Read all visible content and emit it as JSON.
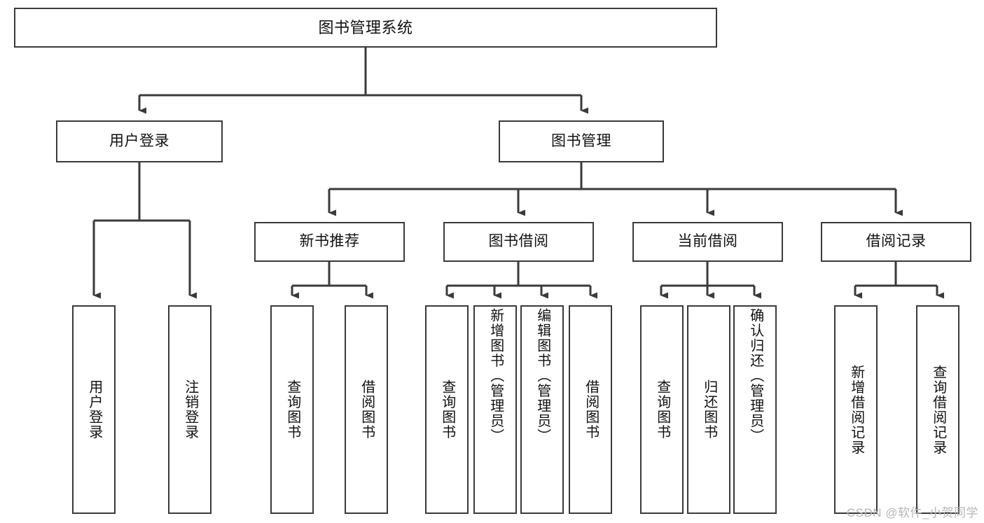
{
  "diagram": {
    "title": "图书管理系统",
    "type": "tree-hierarchy-chart",
    "root": {
      "label": "图书管理系统"
    },
    "level2": [
      {
        "label": "用户登录"
      },
      {
        "label": "图书管理"
      }
    ],
    "level3": [
      {
        "label": "新书推荐"
      },
      {
        "label": "图书借阅"
      },
      {
        "label": "当前借阅"
      },
      {
        "label": "借阅记录"
      }
    ],
    "leaves": {
      "user_login": [
        {
          "label": "用户登录"
        },
        {
          "label": "注销登录"
        }
      ],
      "new_book_recommend": [
        {
          "label": "查询图书"
        },
        {
          "label": "借阅图书"
        }
      ],
      "book_borrow": [
        {
          "label": "查询图书"
        },
        {
          "label": "新增图书（管理员）"
        },
        {
          "label": "编辑图书（管理员）"
        },
        {
          "label": "借阅图书"
        }
      ],
      "current_borrow": [
        {
          "label": "查询图书"
        },
        {
          "label": "归还图书"
        },
        {
          "label": "确认归还（管理员）"
        }
      ],
      "borrow_record": [
        {
          "label": "新增借阅记录"
        },
        {
          "label": "查询借阅记录"
        }
      ]
    },
    "watermark": "CSDN @软件_小贺同学",
    "colors": {
      "stroke": "#3a3a3a",
      "background": "#ffffff",
      "text": "#111111",
      "watermark": "#b6b6b6"
    }
  }
}
